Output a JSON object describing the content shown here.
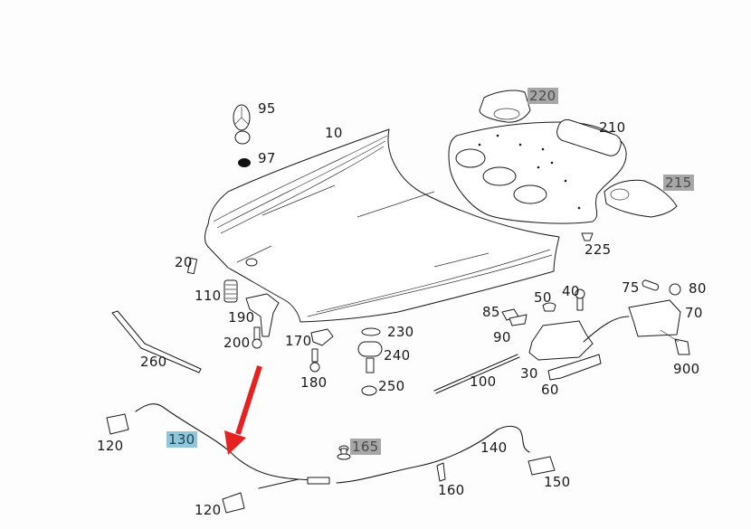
{
  "diagram": {
    "subject": "hood",
    "highlight_color": "#8fc7d8",
    "grey_tag_color": "#a7a7a7",
    "arrow_color": "#e52222",
    "callouts": [
      {
        "id": "p10",
        "number": "10",
        "style": "plain"
      },
      {
        "id": "p20",
        "number": "20",
        "style": "plain"
      },
      {
        "id": "p30",
        "number": "30",
        "style": "plain"
      },
      {
        "id": "p40",
        "number": "40",
        "style": "plain"
      },
      {
        "id": "p50",
        "number": "50",
        "style": "plain"
      },
      {
        "id": "p60",
        "number": "60",
        "style": "plain"
      },
      {
        "id": "p70",
        "number": "70",
        "style": "plain"
      },
      {
        "id": "p75",
        "number": "75",
        "style": "plain"
      },
      {
        "id": "p80",
        "number": "80",
        "style": "plain"
      },
      {
        "id": "p85",
        "number": "85",
        "style": "plain"
      },
      {
        "id": "p90",
        "number": "90",
        "style": "plain"
      },
      {
        "id": "p95",
        "number": "95",
        "style": "plain"
      },
      {
        "id": "p97",
        "number": "97",
        "style": "plain"
      },
      {
        "id": "p100",
        "number": "100",
        "style": "plain"
      },
      {
        "id": "p110",
        "number": "110",
        "style": "plain"
      },
      {
        "id": "p120a",
        "number": "120",
        "style": "plain"
      },
      {
        "id": "p120b",
        "number": "120",
        "style": "plain"
      },
      {
        "id": "p130",
        "number": "130",
        "style": "highlight-blue"
      },
      {
        "id": "p140",
        "number": "140",
        "style": "plain"
      },
      {
        "id": "p150",
        "number": "150",
        "style": "plain"
      },
      {
        "id": "p160",
        "number": "160",
        "style": "plain"
      },
      {
        "id": "p165",
        "number": "165",
        "style": "grey"
      },
      {
        "id": "p170",
        "number": "170",
        "style": "plain"
      },
      {
        "id": "p180",
        "number": "180",
        "style": "plain"
      },
      {
        "id": "p190",
        "number": "190",
        "style": "plain"
      },
      {
        "id": "p200",
        "number": "200",
        "style": "plain"
      },
      {
        "id": "p210",
        "number": "210",
        "style": "plain"
      },
      {
        "id": "p215",
        "number": "215",
        "style": "grey"
      },
      {
        "id": "p220",
        "number": "220",
        "style": "grey"
      },
      {
        "id": "p225",
        "number": "225",
        "style": "plain"
      },
      {
        "id": "p230",
        "number": "230",
        "style": "plain"
      },
      {
        "id": "p240",
        "number": "240",
        "style": "plain"
      },
      {
        "id": "p250",
        "number": "250",
        "style": "plain"
      },
      {
        "id": "p260",
        "number": "260",
        "style": "plain"
      },
      {
        "id": "p900",
        "number": "900",
        "style": "plain"
      }
    ]
  }
}
